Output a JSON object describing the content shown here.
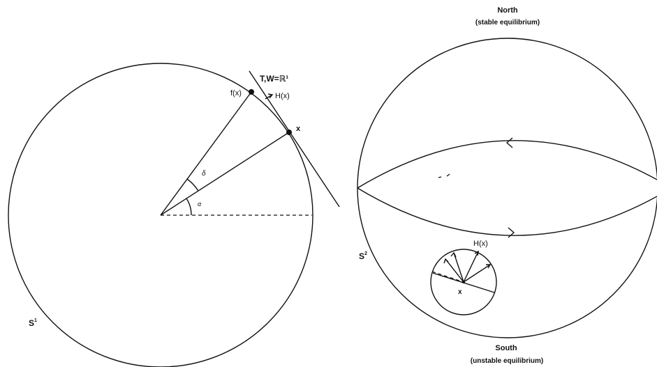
{
  "left_figure": {
    "tangent_label": "T,W=ℝ¹",
    "h_label": "H(x)",
    "fx_label": "f(x)",
    "x_label": "x",
    "delta_label": "δ",
    "alpha_label": "α",
    "s1_label_base": "S",
    "s1_label_sup": "1"
  },
  "right_figure": {
    "north_label": "North",
    "north_sub": "(stable equilibrium)",
    "south_label": "South",
    "south_sub": "(unstable equilibrium)",
    "s2_label_base": "S",
    "s2_label_sup": "2",
    "inset_h_label": "H(x)",
    "inset_x_label": "x"
  }
}
